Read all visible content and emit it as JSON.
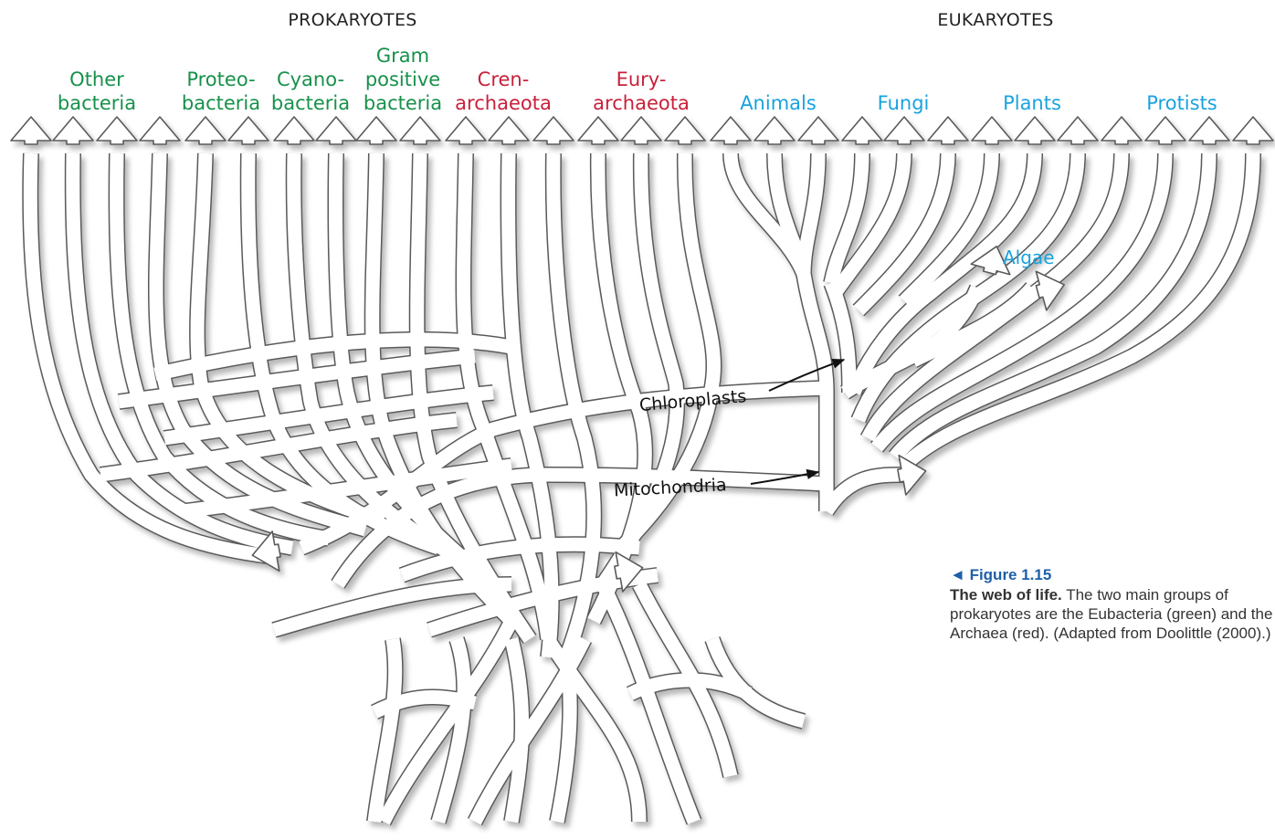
{
  "headings": {
    "prokaryotes": "PROKARYOTES",
    "eukaryotes": "EUKARYOTES"
  },
  "groups": [
    {
      "lines": [
        "Other",
        "bacteria"
      ],
      "color": "#17914a"
    },
    {
      "lines": [
        "Proteo-",
        "bacteria"
      ],
      "color": "#17914a"
    },
    {
      "lines": [
        "Cyano-",
        "bacteria"
      ],
      "color": "#17914a"
    },
    {
      "lines": [
        "Gram",
        "positive",
        "bacteria"
      ],
      "color": "#17914a"
    },
    {
      "lines": [
        "Cren-",
        "archaeota"
      ],
      "color": "#c8203a"
    },
    {
      "lines": [
        "Eury-",
        "archaeota"
      ],
      "color": "#c8203a"
    },
    {
      "lines": [
        "Animals"
      ],
      "color": "#19a3de"
    },
    {
      "lines": [
        "Fungi"
      ],
      "color": "#19a3de"
    },
    {
      "lines": [
        "Plants"
      ],
      "color": "#19a3de"
    },
    {
      "lines": [
        "Protists"
      ],
      "color": "#19a3de"
    }
  ],
  "annotations": {
    "algae": "Algae",
    "chloroplasts": "Chloroplasts",
    "mitochondria": "Mitochondria"
  },
  "caption": {
    "figure_marker": "◄",
    "figure_number": "Figure 1.15",
    "title": "The web of life.",
    "text": "The two main groups of prokaryotes are the Eubacteria (green) and the Archaea (red). (Adapted from Doolittle (2000).)"
  },
  "colors": {
    "bacteria": "#17914a",
    "archaea": "#c8203a",
    "eukaryotes": "#19a3de",
    "figure_blue": "#1f5fa8"
  }
}
